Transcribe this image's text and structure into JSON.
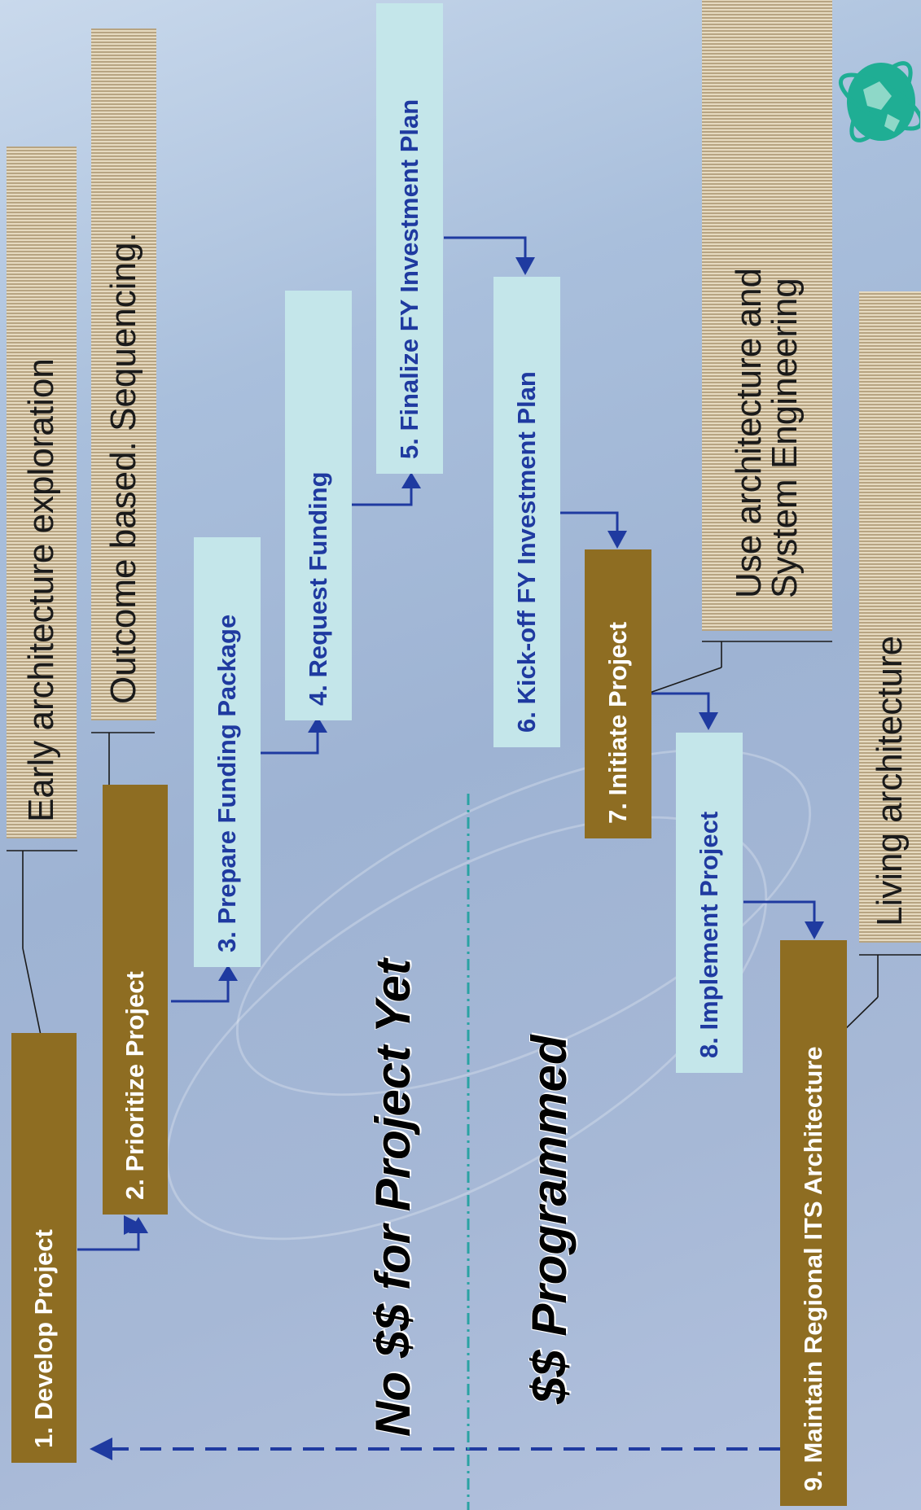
{
  "steps": [
    {
      "label": "1.  Develop Project",
      "style": "gold"
    },
    {
      "label": "2.  Prioritize Project",
      "style": "gold"
    },
    {
      "label": "3.  Prepare Funding Package",
      "style": "light"
    },
    {
      "label": "4.  Request Funding",
      "style": "light"
    },
    {
      "label": "5.  Finalize FY Investment Plan",
      "style": "light"
    },
    {
      "label": "6.  Kick-off FY Investment Plan",
      "style": "light"
    },
    {
      "label": "7.  Initiate Project",
      "style": "gold"
    },
    {
      "label": "8.  Implement Project",
      "style": "light"
    },
    {
      "label": "9.  Maintain Regional ITS Architecture",
      "style": "gold"
    }
  ],
  "notes": {
    "early": "Early architecture exploration",
    "outcome": "Outcome based. Sequencing.",
    "use_line1": "Use architecture and",
    "use_line2": "System Engineering",
    "living": "Living architecture"
  },
  "phases": {
    "unfunded": "No $$ for Project Yet",
    "programmed": "$$ Programmed"
  },
  "colors": {
    "gold_box": "#8e6d22",
    "light_box": "#c4e6ea",
    "light_text": "#1f3aa0",
    "arrow": "#1f3aa0",
    "divider": "#2aa3a3",
    "logo": "#1fae94"
  },
  "icons": {
    "logo": "globe-orbit-logo"
  }
}
